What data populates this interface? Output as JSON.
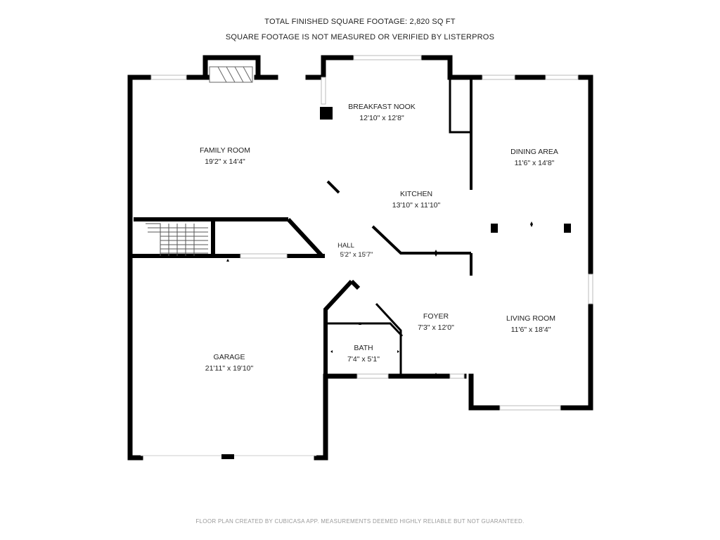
{
  "header": {
    "line1": "TOTAL FINISHED SQUARE FOOTAGE: 2,820 SQ FT",
    "line2": "SQUARE FOOTAGE IS NOT MEASURED OR VERIFIED BY LISTERPROS"
  },
  "footer": "FLOOR PLAN CREATED BY CUBICASA APP. MEASUREMENTS DEEMED HIGHLY RELIABLE BUT NOT GUARANTEED.",
  "rooms": {
    "breakfast_nook": {
      "name": "BREAKFAST NOOK",
      "dims": "12'10\" x 12'8\""
    },
    "family_room": {
      "name": "FAMILY ROOM",
      "dims": "19'2\" x 14'4\""
    },
    "dining_area": {
      "name": "DINING AREA",
      "dims": "11'6\" x 14'8\""
    },
    "kitchen": {
      "name": "KITCHEN",
      "dims": "13'10\" x 11'10\""
    },
    "hall": {
      "name": "HALL",
      "dims": "5'2\" x 15'7\""
    },
    "foyer": {
      "name": "FOYER",
      "dims": "7'3\" x 12'0\""
    },
    "living_room": {
      "name": "LIVING ROOM",
      "dims": "11'6\" x 18'4\""
    },
    "bath": {
      "name": "BATH",
      "dims": "7'4\" x 5'1\""
    },
    "garage": {
      "name": "GARAGE",
      "dims": "21'11\" x 19'10\""
    }
  },
  "colors": {
    "wall": "#000000",
    "window": "#cfcfcf",
    "text": "#222222",
    "footer": "#999999"
  }
}
